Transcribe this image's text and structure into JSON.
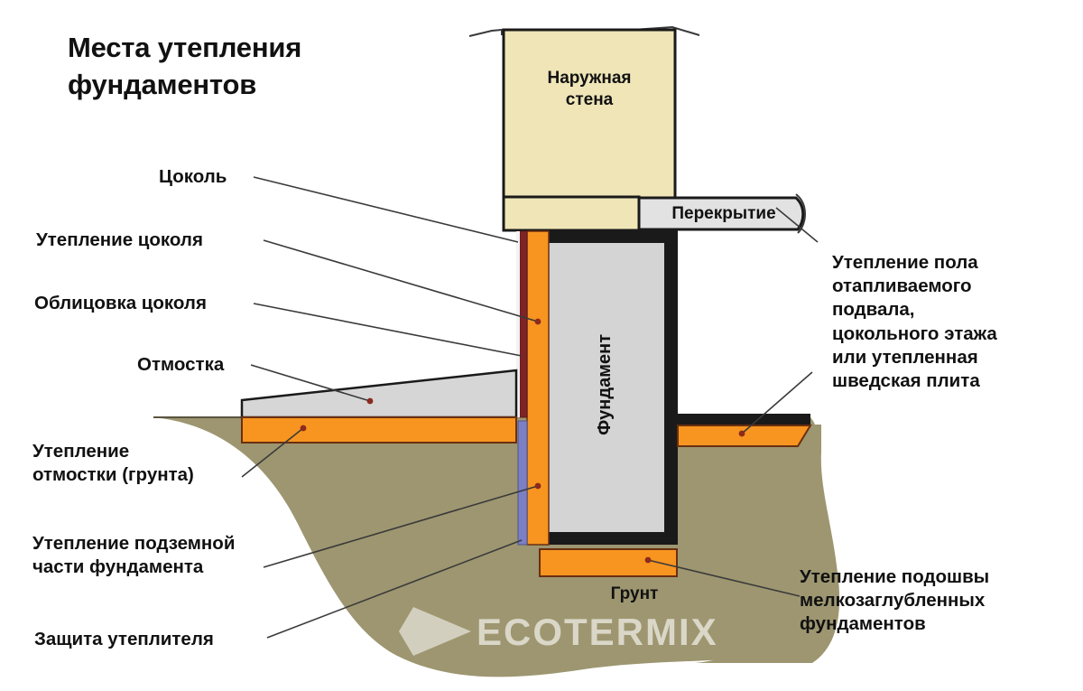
{
  "title": {
    "line1": "Места утепления",
    "line2": "фундаментов"
  },
  "colors": {
    "wall_fill": "#EFE5B7",
    "slab_fill": "#E2E2E2",
    "foundation_fill": "#D4D4D4",
    "insulation_orange": "#F79520",
    "soil_khaki": "#9D9670",
    "blind_area_gray": "#D6D6D6",
    "cladding_maroon": "#7E2426",
    "protection_blue": "#7B7FC4",
    "outline_black": "#1A1A1A",
    "leader_line": "#3A3A3A",
    "dot_red": "#8C2A1E"
  },
  "structure_labels": [
    {
      "id": "outer-wall",
      "text": "Наружная\nстена"
    },
    {
      "id": "floor-slab",
      "text": "Перекрытие"
    },
    {
      "id": "foundation",
      "text": "Фундамент"
    },
    {
      "id": "soil",
      "text": "Грунт"
    }
  ],
  "left_labels": [
    {
      "id": "plinth",
      "text": "Цоколь"
    },
    {
      "id": "plinth-insulation",
      "text": "Утепление цоколя"
    },
    {
      "id": "plinth-cladding",
      "text": "Облицовка цоколя"
    },
    {
      "id": "blind-area",
      "text": "Отмостка"
    },
    {
      "id": "blind-area-insulation",
      "text": "Утепление\nотмостки (грунта)"
    },
    {
      "id": "underground-insulation",
      "text": "Утепление подземной\nчасти фундамента"
    },
    {
      "id": "insulation-protection",
      "text": "Защита утеплителя"
    }
  ],
  "right_labels": [
    {
      "id": "basement-floor-insulation",
      "text": "Утепление пола\nотапливаемого\nподвала,\nцокольного этажа\nили утепленная\nшведская плита"
    },
    {
      "id": "footing-insulation",
      "text": "Утепление подошвы\nмелкозаглубленных\nфундаментов"
    }
  ],
  "watermark": {
    "text": "ECOTERMIX",
    "icon": "star-arrow-icon"
  }
}
